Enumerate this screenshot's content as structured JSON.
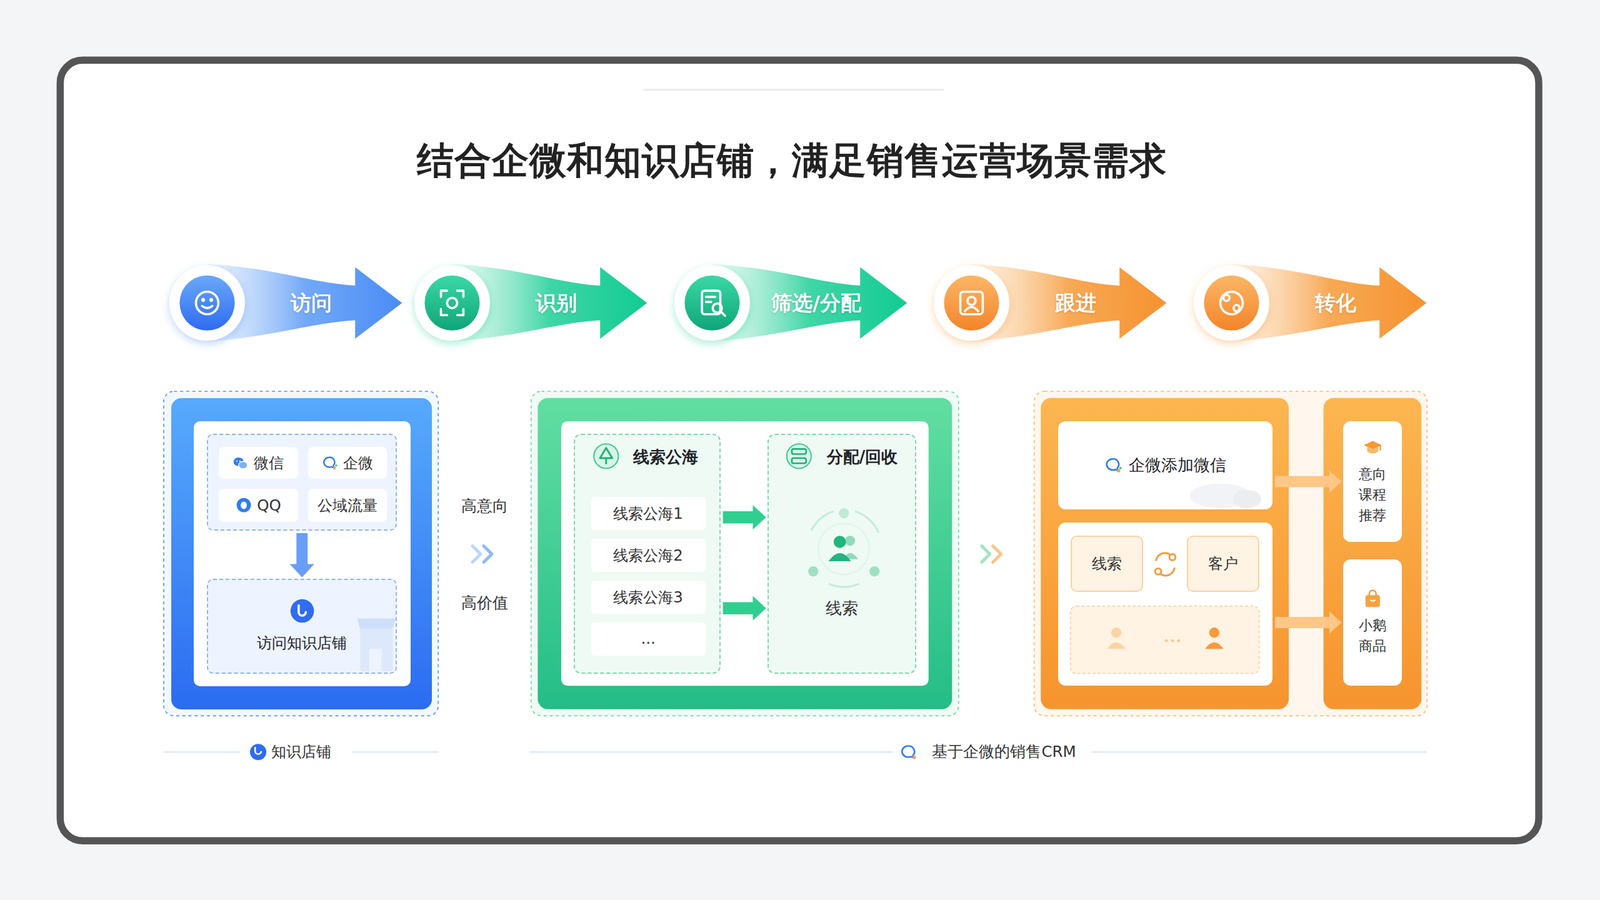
{
  "diagram": {
    "title": "结合企微和知识店铺，满足销售运营场景需求",
    "nodes": [
      {
        "text": [
          "访问"
        ]
      },
      {
        "text": [
          "识别"
        ]
      },
      {
        "text": [
          "筛选/分配"
        ]
      },
      {
        "text": [
          "跟进"
        ]
      },
      {
        "text": [
          "转化"
        ]
      },
      {
        "text": [
          "知识店铺"
        ]
      },
      {
        "in": 5
      },
      {
        "text": [
          "微信"
        ],
        "in": 6
      },
      {
        "text": [
          "企微"
        ],
        "in": 6
      },
      {
        "text": [
          "QQ"
        ],
        "in": 6
      },
      {
        "text": [
          "公域流量"
        ],
        "in": 6
      },
      {
        "text": [
          "访问知识店铺"
        ],
        "in": 5
      },
      {
        "text": [
          "线索公海"
        ]
      },
      {
        "text": [
          "线索公海1"
        ],
        "in": 12
      },
      {
        "text": [
          "线索公海2"
        ],
        "in": 12
      },
      {
        "text": [
          "线索公海3"
        ],
        "in": 12
      },
      {
        "text": [
          "..."
        ],
        "in": 12
      },
      {
        "text": [
          "分配/回收",
          "线索"
        ]
      },
      {
        "text": [
          "企微添加微信"
        ]
      },
      {},
      {
        "text": [
          "线索"
        ],
        "in": 19
      },
      {
        "text": [
          "客户"
        ],
        "in": 19
      },
      {
        "text": [
          "意向课程推荐"
        ]
      },
      {
        "text": [
          "小鹅商品"
        ]
      }
    ],
    "edges": [
      {
        "from": 6,
        "to": 11,
        "arrow": "to"
      },
      {
        "from": 12,
        "to": 17,
        "arrow": "to"
      },
      {
        "from": 12,
        "to": 17,
        "arrow": "to"
      },
      {
        "from": 18,
        "to": 22,
        "arrow": "to"
      },
      {
        "from": 19,
        "to": 23,
        "arrow": "to"
      }
    ],
    "labels": [
      "高意向",
      "高价值",
      "基于企微的销售CRM"
    ]
  }
}
